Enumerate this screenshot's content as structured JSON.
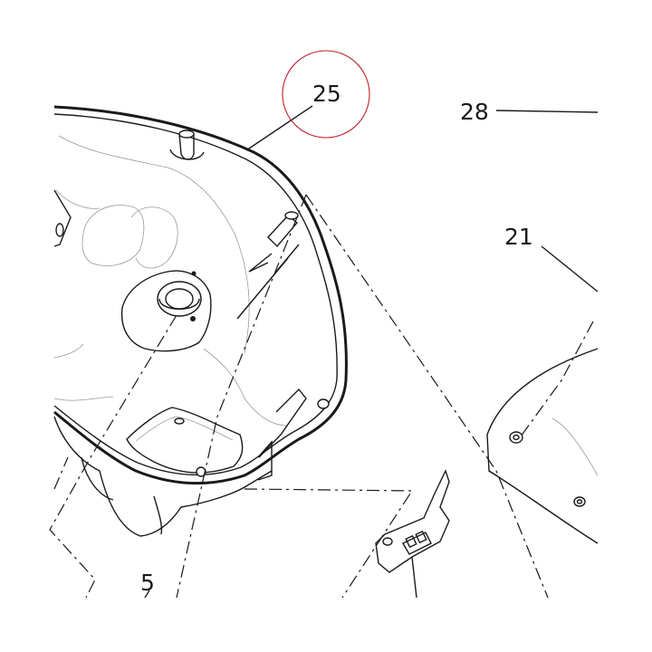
{
  "diagram": {
    "callouts": [
      {
        "id": "c25",
        "label": "25",
        "highlighted": true
      },
      {
        "id": "c28",
        "label": "28"
      },
      {
        "id": "c21",
        "label": "21"
      },
      {
        "id": "c5",
        "label": "5"
      }
    ],
    "highlight_color": "#c0202a",
    "line_color": "#1a1a1a"
  }
}
